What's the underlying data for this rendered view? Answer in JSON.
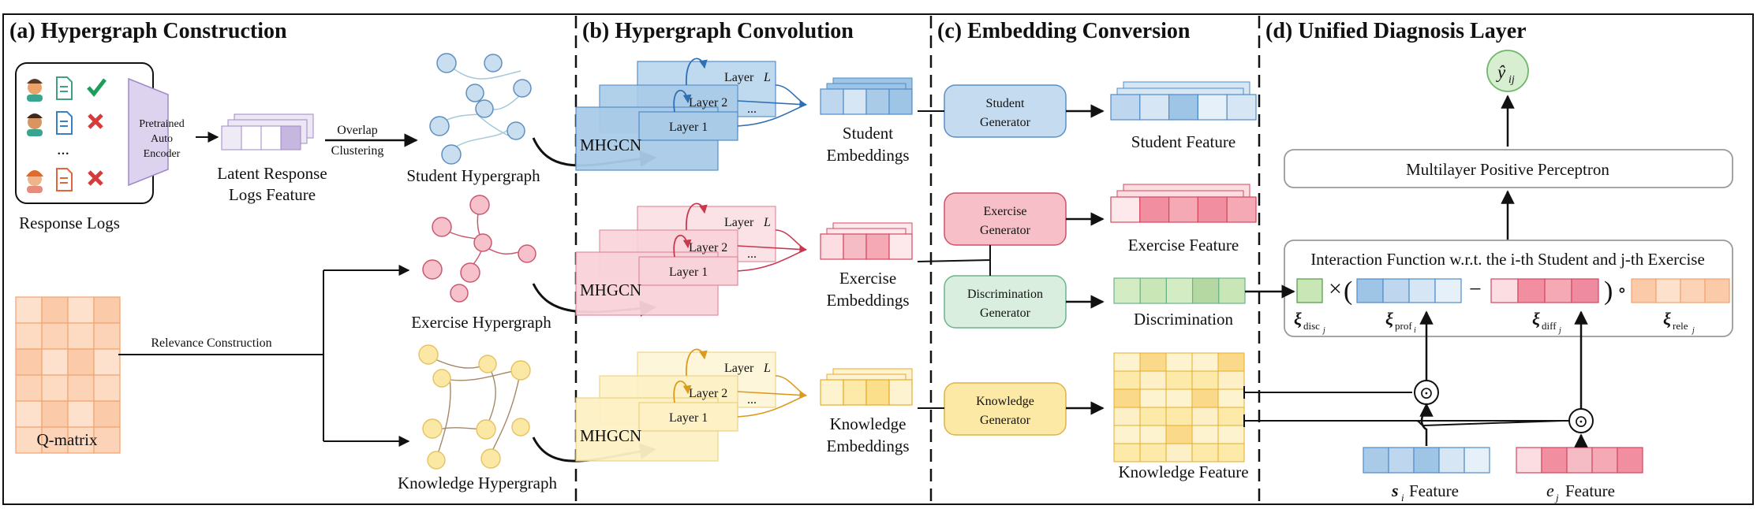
{
  "sections": {
    "a": "(a) Hypergraph Construction",
    "b": "(b) Hypergraph Convolution",
    "c": "(c) Embedding Conversion",
    "d": "(d) Unified Diagnosis Layer"
  },
  "construction": {
    "logs_ellipsis": "...",
    "encoder_lines": [
      "Pretrained",
      "Auto",
      "Encoder"
    ],
    "response_logs": "Response Logs",
    "latent_lines": [
      "Latent Response",
      "Logs Feature"
    ],
    "overlap_lines": [
      "Overlap",
      "Clustering"
    ],
    "student_hypergraph": "Student Hypergraph",
    "exercise_hypergraph": "Exercise Hypergraph",
    "knowledge_hypergraph": "Knowledge Hypergraph",
    "relevance": "Relevance Construction",
    "qmatrix": "Q-matrix"
  },
  "convolution": {
    "mhgcn": "MHGCN",
    "layer_l": "Layer",
    "layer_l_var": "L",
    "layer2": "Layer 2",
    "layer1": "Layer 1",
    "student_emb": [
      "Student",
      "Embeddings"
    ],
    "exercise_emb": [
      "Exercise",
      "Embeddings"
    ],
    "knowledge_emb": [
      "Knowledge",
      "Embeddings"
    ]
  },
  "conversion": {
    "student_gen": [
      "Student",
      "Generator"
    ],
    "exercise_gen": [
      "Exercise",
      "Generator"
    ],
    "disc_gen": [
      "Discrimination",
      "Generator"
    ],
    "knowledge_gen": [
      "Knowledge",
      "Generator"
    ],
    "student_feature": "Student Feature",
    "exercise_feature": "Exercise Feature",
    "discrimination": "Discrimination",
    "knowledge_feature": "Knowledge Feature"
  },
  "diagnosis": {
    "output": "ŷ",
    "output_sub": "ij",
    "mlp": "Multilayer Positive Perceptron",
    "interaction": "Interaction Function w.r.t. the i-th Student and j-th Exercise",
    "times": "×",
    "lparen": "(",
    "minus": "−",
    "rparen": ")",
    "circ": "∘",
    "odot": "⊙",
    "xi": "ξ",
    "disc_sub": "disc",
    "prof_sub": "prof",
    "diff_sub": "diff",
    "rele_sub": "rele",
    "sub_i": "i",
    "sub_j": "j",
    "s_feature_var": "s",
    "e_feature_var": "e",
    "feature_word": "Feature"
  },
  "colors": {
    "blue_fill": "#a9cbe8",
    "blue_stroke": "#3f7fbf",
    "red_fill": "#f6bcc5",
    "red_stroke": "#d5475f",
    "yellow_fill": "#fde9a8",
    "yellow_stroke": "#e4ad2c",
    "green_fill": "#c9e7b6",
    "orange_fill": "#fcd3b7",
    "purple_fill": "#d3c8e6"
  }
}
